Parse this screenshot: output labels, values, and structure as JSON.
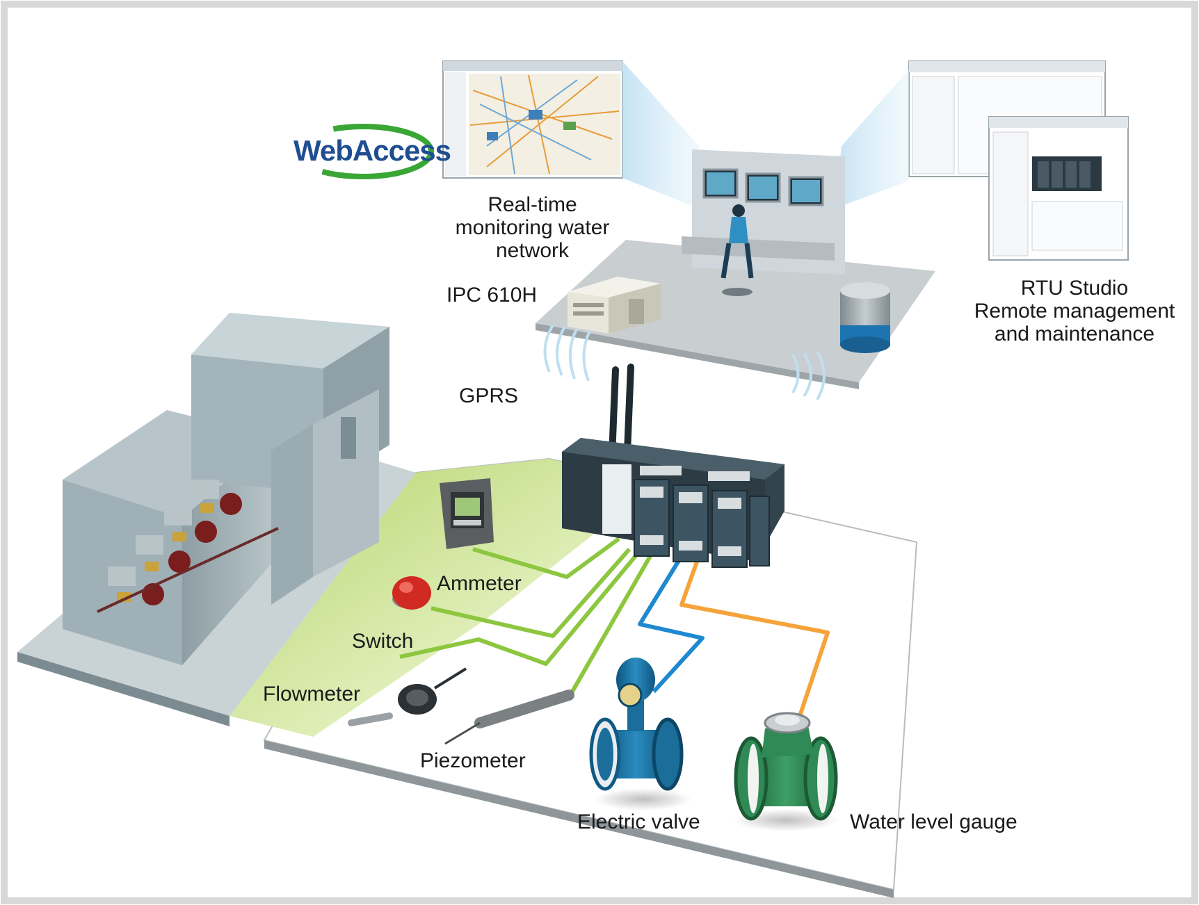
{
  "logo": {
    "text": "WebAccess",
    "ring_color": "#3aa635",
    "text_color": "#1f4e91"
  },
  "labels": {
    "realtime": [
      "Real-time",
      "monitoring water",
      "network"
    ],
    "ipc": "IPC 610H",
    "rtu": [
      "RTU Studio",
      "Remote management",
      "and maintenance"
    ],
    "gprs": "GPRS",
    "ammeter": "Ammeter",
    "switch": "Switch",
    "flowmeter": "Flowmeter",
    "piezometer": "Piezometer",
    "electric_valve": "Electric valve",
    "water_level_gauge": "Water level gauge"
  },
  "colors": {
    "green_wire": "#8dc63f",
    "blue_wire": "#1e88d0",
    "orange_wire": "#f5a33a",
    "floor_green": "#c9e08a",
    "building": "#a9b8bd",
    "pipe_blue": "#1b6d9a",
    "gauge_green": "#2f8a55"
  },
  "icons": [
    "webaccess-logo",
    "monitor-screenshot-icon",
    "rtu-studio-window-icon",
    "control-room-icon",
    "server-icon",
    "database-icon",
    "wireless-signal-icon",
    "gprs-antenna-icon",
    "rtu-controller-icon",
    "pump-station-icon",
    "ammeter-icon",
    "switch-icon",
    "flowmeter-icon",
    "piezometer-icon",
    "electric-valve-icon",
    "water-level-gauge-icon"
  ]
}
